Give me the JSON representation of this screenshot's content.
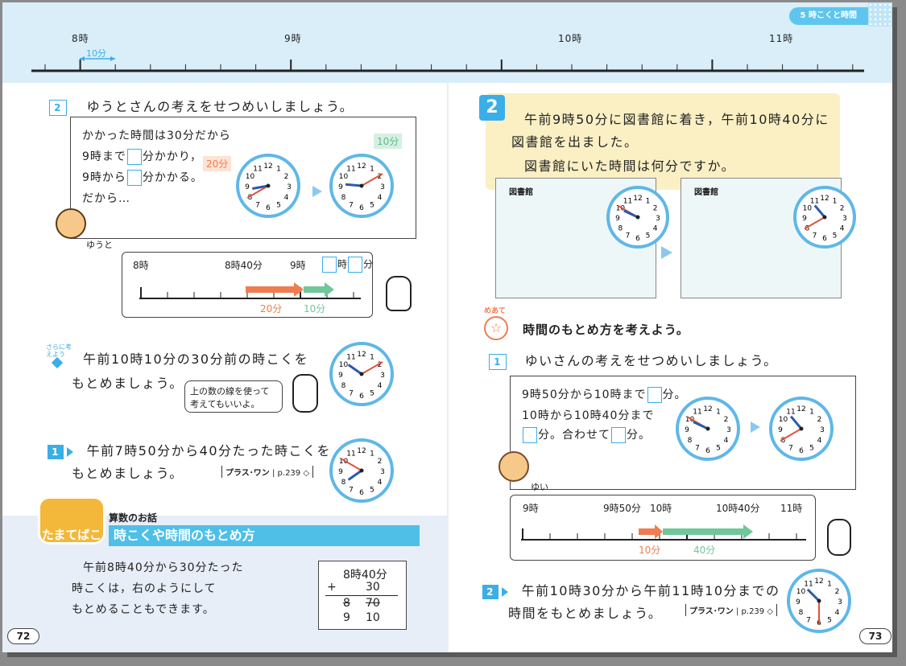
{
  "header": {
    "chapter": "5 時こくと時間"
  },
  "timeline_top": {
    "hours": [
      "8時",
      "9時",
      "10時",
      "11時"
    ],
    "interval_label": "10分"
  },
  "left": {
    "q2": {
      "label": "2",
      "text": "ゆうとさんの考えをせつめいしましょう。"
    },
    "yuto_box": {
      "line1": "かかった時間は30分だから",
      "line2a": "9時まで",
      "line2b": "分かかり，",
      "line3a": "9時から",
      "line3b": "分かかる。",
      "line4": "だから…",
      "arc_left": "20分",
      "arc_right": "10分",
      "name": "ゆうと"
    },
    "numline": {
      "start": "8時",
      "mid": "8時40分",
      "nine": "9時",
      "end_h": "時",
      "end_m": "分",
      "seg1": "20分",
      "seg2": "10分"
    },
    "sarani": {
      "tag": "さらに考えよう",
      "text1": "午前10時10分の30分前の時こくを",
      "text2": "もとめましょう。",
      "bubble1": "上の数の線を使って",
      "bubble2": "考えてもいいよ。"
    },
    "p1": {
      "num": "1",
      "text1": "午前7時50分から40分たった時こくを",
      "text2": "もとめましょう。",
      "ref": "プラス･ワン",
      "page": "p.239"
    },
    "tama": {
      "sub": "算数のお話",
      "logo": "たまてばこ",
      "title": "時こくや時間のもとめ方",
      "text1": "午前8時40分から30分たった",
      "text2": "時こくは，右のようにして",
      "text3": "もとめることもできます。",
      "calc": {
        "l1": "8時40分",
        "plus": "+",
        "l2": "30",
        "l3a": "8",
        "l3b": "70",
        "l4a": "9",
        "l4b": "10"
      }
    },
    "page_num": "72"
  },
  "right": {
    "q2": {
      "num": "2",
      "text1": "午前9時50分に図書館に着き，午前10時40分に",
      "text2": "図書館を出ました。",
      "text3": "図書館にいた時間は何分ですか。",
      "sign": "図書館"
    },
    "meate": {
      "tag": "めあて",
      "text": "時間のもとめ方を考えよう。"
    },
    "q1": {
      "label": "1",
      "text": "ゆいさんの考えをせつめいしましょう。"
    },
    "yui_box": {
      "line1a": "9時50分から10時まで",
      "line1b": "分。",
      "line2": "10時から10時40分まで",
      "line3a": "分。合わせて",
      "line3b": "分。",
      "name": "ゆい"
    },
    "numline": {
      "start": "9時",
      "p1": "9時50分",
      "p2": "10時",
      "p3": "10時40分",
      "end": "11時",
      "seg1": "10分",
      "seg2": "40分"
    },
    "p2": {
      "num": "2",
      "text1": "午前10時30分から午前11時10分までの",
      "text2": "時間をもとめましょう。",
      "ref": "プラス･ワン",
      "page": "p.239"
    },
    "page_num": "73"
  }
}
